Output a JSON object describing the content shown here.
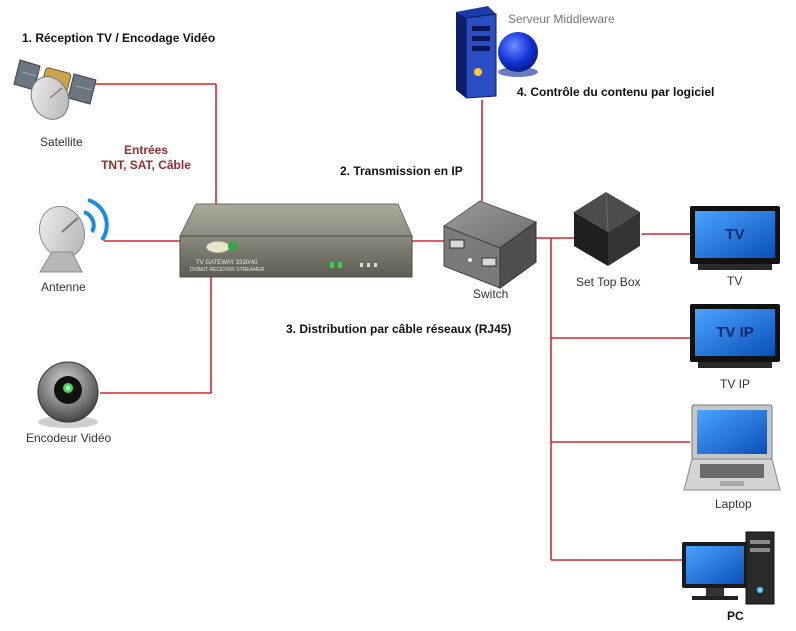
{
  "steps": {
    "reception": "1. Réception TV / Encodage Vidéo",
    "transmission": "2. Transmission en IP",
    "distribution": "3. Distribution par câble réseaux (RJ45)",
    "controle": "4. Contrôle du contenu par logiciel"
  },
  "inputs": {
    "line1": "Entrées",
    "line2": "TNT, SAT, Câble"
  },
  "devices": {
    "satellite": "Satellite",
    "antenne": "Antenne",
    "encodeur": "Encodeur Vidéo",
    "serveur": "Serveur Middleware",
    "switch": "Switch",
    "stb": "Set Top Box",
    "tv": "TV",
    "tvip": "TV IP",
    "laptop": "Laptop",
    "pc": "PC"
  },
  "screens": {
    "tv": "TV",
    "tvip": "TV IP"
  },
  "gateway": {
    "line1": "TV GATEWAY 3330/40",
    "line2": "DVB&IT RECEIVER STREAMER"
  },
  "colors": {
    "link": "#d8242e",
    "server": "#1a3aa8",
    "screen": "#1c6fd6"
  }
}
